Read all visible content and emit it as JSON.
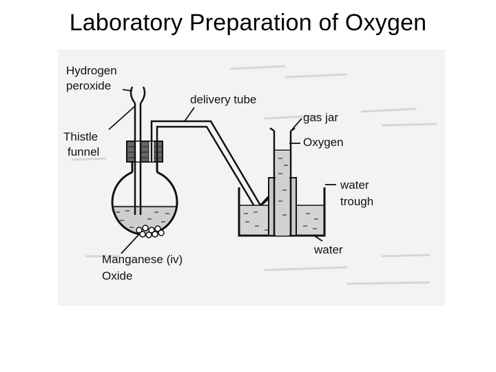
{
  "slide": {
    "title": "Laboratory Preparation of Oxygen"
  },
  "diagram": {
    "labels": {
      "hydrogen_peroxide_1": "Hydrogen",
      "hydrogen_peroxide_2": "peroxide",
      "thistle_funnel_1": "Thistle",
      "thistle_funnel_2": "funnel",
      "delivery_tube": "delivery tube",
      "gas_jar": "gas jar",
      "oxygen": "Oxygen",
      "water_trough_1": "water",
      "water_trough_2": "trough",
      "water": "water",
      "manganese_oxide_1": "Manganese (iv)",
      "manganese_oxide_2": "Oxide"
    }
  }
}
